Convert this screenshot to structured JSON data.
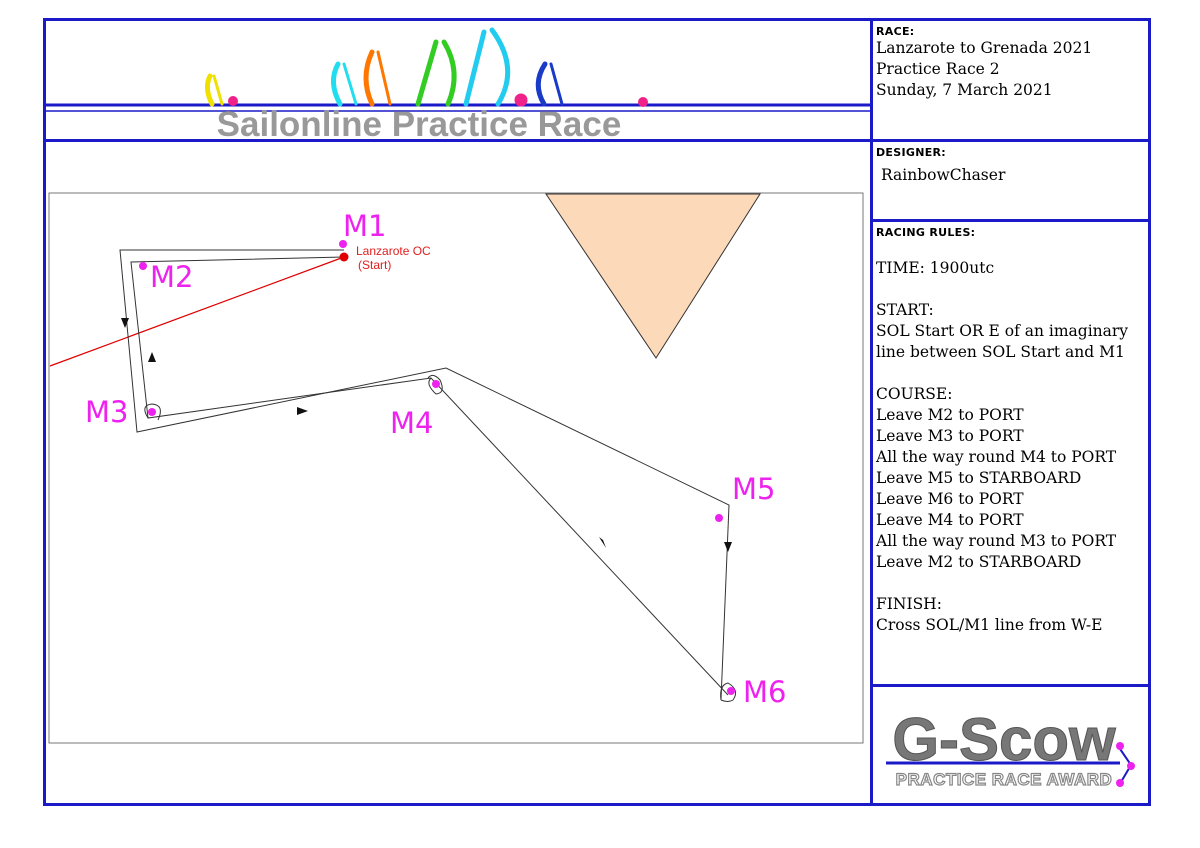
{
  "header": {
    "banner_title": "Sailonline Practice Race"
  },
  "race_panel": {
    "label": "RACE:",
    "lines": [
      "Lanzarote to Grenada 2021",
      "Practice Race 2",
      "Sunday, 7 March 2021"
    ]
  },
  "designer_panel": {
    "label": "DESIGNER:",
    "name": "RainbowChaser"
  },
  "rules_panel": {
    "label": "RACING RULES:",
    "time": "TIME: 1900utc",
    "start_heading": "START:",
    "start_lines": [
      "SOL Start OR E of an imaginary",
      "line between SOL Start and M1"
    ],
    "course_heading": "COURSE:",
    "course_lines": [
      "Leave M2 to PORT",
      "Leave M3 to PORT",
      "All the way round M4 to PORT",
      "Leave M5 to STARBOARD",
      "Leave M6 to PORT",
      "Leave M4 to PORT",
      "All the way round M3 to PORT",
      "Leave M2 to STARBOARD"
    ],
    "finish_heading": "FINISH:",
    "finish_line": "Cross SOL/M1 line from W-E"
  },
  "award": {
    "title": "G-Scow",
    "subtitle": "PRACTICE RACE AWARD"
  },
  "map": {
    "start_label_1": "Lanzarote OC",
    "start_label_2": "(Start)",
    "marks": [
      "M1",
      "M2",
      "M3",
      "M4",
      "M5",
      "M6"
    ],
    "mark_color": "#ee22ee",
    "start_color": "#e00000",
    "land_color": "#fcd9b8"
  },
  "colors": {
    "frame": "#1a1ac8",
    "banner_text": "#999999"
  }
}
